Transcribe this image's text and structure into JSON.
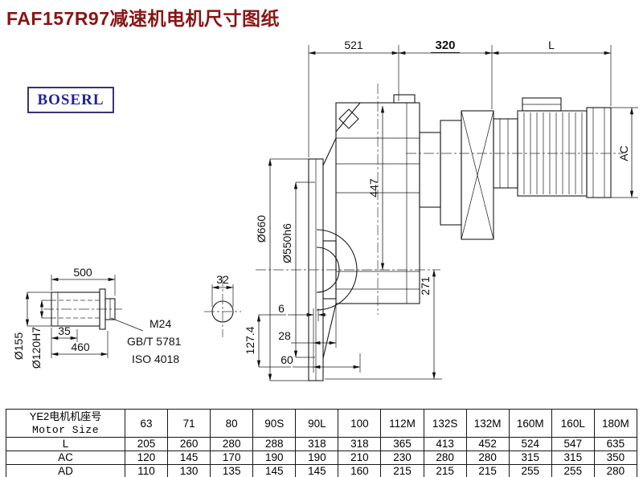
{
  "page": {
    "title": "FAF157R97减速机电机尺寸图纸",
    "logo": "BOSERL"
  },
  "colors": {
    "title_color": "#8a1414",
    "logo_color": "#1f1f9e",
    "line_color": "#1a1a1a"
  },
  "drawing": {
    "dim_521": "521",
    "dim_320": "320",
    "dim_L": "L",
    "dim_AC": "AC",
    "dim_447": "447",
    "dim_271": "271",
    "dim_660": "Ø660",
    "dim_550": "Ø550h6",
    "dim_127": "127.4",
    "dim_6": "6",
    "dim_28": "28",
    "dim_60": "60",
    "dim_500": "500",
    "dim_35": "35",
    "dim_460": "460",
    "dim_155": "Ø155",
    "dim_120": "Ø120H7",
    "dim_32": "32",
    "note_m24": "M24",
    "note_gbt": "GB/T 5781",
    "note_iso": "ISO 4018"
  },
  "table": {
    "row_header_cn": "YE2电机机座号",
    "row_header_en": "Motor Size",
    "sizes": [
      "63",
      "71",
      "80",
      "90S",
      "90L",
      "100",
      "112M",
      "132S",
      "132M",
      "160M",
      "160L",
      "180M"
    ],
    "rows": [
      {
        "label": "L",
        "values": [
          "205",
          "260",
          "280",
          "288",
          "318",
          "318",
          "365",
          "413",
          "452",
          "524",
          "547",
          "635"
        ]
      },
      {
        "label": "AC",
        "values": [
          "120",
          "145",
          "170",
          "190",
          "190",
          "210",
          "230",
          "280",
          "280",
          "315",
          "315",
          "350"
        ]
      },
      {
        "label": "AD",
        "values": [
          "110",
          "130",
          "135",
          "145",
          "145",
          "160",
          "215",
          "215",
          "215",
          "255",
          "255",
          "280"
        ]
      }
    ]
  }
}
